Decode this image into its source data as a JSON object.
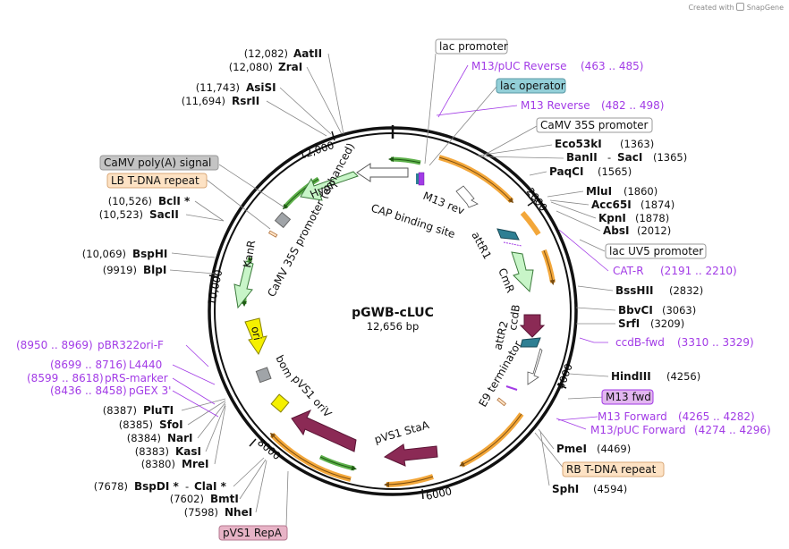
{
  "credit": {
    "prefix": "Created with",
    "brand": "SnapGene"
  },
  "plasmid": {
    "name": "pGWB-cLUC",
    "size": "12,656 bp"
  },
  "ticks": [
    "2000",
    "4000",
    "6000",
    "8000",
    "10,000",
    "12,000"
  ],
  "sites": [
    {
      "name": "AatII",
      "pos": "(12,082)"
    },
    {
      "name": "ZraI",
      "pos": "(12,080)"
    },
    {
      "name": "AsiSI",
      "pos": "(11,743)"
    },
    {
      "name": "RsrII",
      "pos": "(11,694)"
    },
    {
      "name": "BclI *",
      "pos": "(10,526)"
    },
    {
      "name": "SacII",
      "pos": "(10,523)"
    },
    {
      "name": "BspHI",
      "pos": "(10,069)"
    },
    {
      "name": "BlpI",
      "pos": "(9919)"
    },
    {
      "name": "PluTI",
      "pos": "(8387)"
    },
    {
      "name": "SfoI",
      "pos": "(8385)"
    },
    {
      "name": "NarI",
      "pos": "(8384)"
    },
    {
      "name": "KasI",
      "pos": "(8383)"
    },
    {
      "name": "MreI",
      "pos": "(8380)"
    },
    {
      "name": "BspDI *",
      "pos": "(7678)",
      "pair": "ClaI *"
    },
    {
      "name": "BmtI",
      "pos": "(7602)"
    },
    {
      "name": "NheI",
      "pos": "(7598)"
    },
    {
      "name": "Eco53kI",
      "pos": "(1363)"
    },
    {
      "name": "BanII",
      "pos": "(1365)",
      "pair": "SacI"
    },
    {
      "name": "PaqCI",
      "pos": "(1565)"
    },
    {
      "name": "MluI",
      "pos": "(1860)"
    },
    {
      "name": "Acc65I",
      "pos": "(1874)"
    },
    {
      "name": "KpnI",
      "pos": "(1878)"
    },
    {
      "name": "AbsI",
      "pos": "(2012)"
    },
    {
      "name": "BssHII",
      "pos": "(2832)"
    },
    {
      "name": "BbvCI",
      "pos": "(3063)"
    },
    {
      "name": "SrfI",
      "pos": "(3209)"
    },
    {
      "name": "HindIII",
      "pos": "(4256)"
    },
    {
      "name": "PmeI",
      "pos": "(4469)"
    },
    {
      "name": "SphI",
      "pos": "(4594)"
    }
  ],
  "primers": [
    {
      "name": "M13/pUC Reverse",
      "range": "(463 .. 485)"
    },
    {
      "name": "M13 Reverse",
      "range": "(482 .. 498)"
    },
    {
      "name": "CAT-R",
      "range": "(2191 .. 2210)"
    },
    {
      "name": "ccdB-fwd",
      "range": "(3310 .. 3329)"
    },
    {
      "name": "M13 Forward",
      "range": "(4265 .. 4282)"
    },
    {
      "name": "M13/pUC Forward",
      "range": "(4274 .. 4296)"
    },
    {
      "name": "pBR322ori-F",
      "range": "(8950 .. 8969)"
    },
    {
      "name": "L4440",
      "range": "(8699 .. 8716)"
    },
    {
      "name": "pRS-marker",
      "range": "(8599 .. 8618)"
    },
    {
      "name": "pGEX 3'",
      "range": "(8436 .. 8458)"
    }
  ],
  "boxes": [
    {
      "label": "lac promoter",
      "fill": "#ffffff",
      "text": "#111111",
      "stroke": "#999999"
    },
    {
      "label": "lac operator",
      "fill": "#93cfd8",
      "text": "#111111",
      "stroke": "#5a9aa6"
    },
    {
      "label": "CaMV 35S promoter",
      "fill": "#ffffff",
      "text": "#111111",
      "stroke": "#999999"
    },
    {
      "label": "lac UV5 promoter",
      "fill": "#ffffff",
      "text": "#111111",
      "stroke": "#999999"
    },
    {
      "label": "M13 fwd",
      "fill": "#e2b6f0",
      "text": "#111111",
      "stroke": "#a23be6"
    },
    {
      "label": "RB T-DNA repeat",
      "fill": "#fde2c4",
      "text": "#111111",
      "stroke": "#d9a878"
    },
    {
      "label": "pVS1 RepA",
      "fill": "#e7b3c6",
      "text": "#111111",
      "stroke": "#b57890"
    },
    {
      "label": "CaMV poly(A) signal",
      "fill": "#c4c4c4",
      "text": "#111111",
      "stroke": "#999999"
    },
    {
      "label": "LB T-DNA repeat",
      "fill": "#fde2c4",
      "text": "#111111",
      "stroke": "#d9a878"
    }
  ],
  "features": [
    {
      "label": "M13 rev"
    },
    {
      "label": "CAP binding site"
    },
    {
      "label": "attR1"
    },
    {
      "label": "CmR"
    },
    {
      "label": "ccdB"
    },
    {
      "label": "attR2"
    },
    {
      "label": "E9 terminator"
    },
    {
      "label": "pVS1 StaA"
    },
    {
      "label": "pVS1 oriV"
    },
    {
      "label": "bom"
    },
    {
      "label": "ori"
    },
    {
      "label": "KanR"
    },
    {
      "label": "HygR"
    },
    {
      "label": "CaMV 35S promoter (enhanced)"
    }
  ],
  "colors": {
    "orange": "#f3a73a",
    "green": "#5db04a",
    "light_green": "#c8f5c8",
    "maroon": "#8b2a55",
    "teal": "#2e7f93",
    "yellow": "#f5f000",
    "grey": "#a0a4a8",
    "purple": "#a23be6"
  }
}
